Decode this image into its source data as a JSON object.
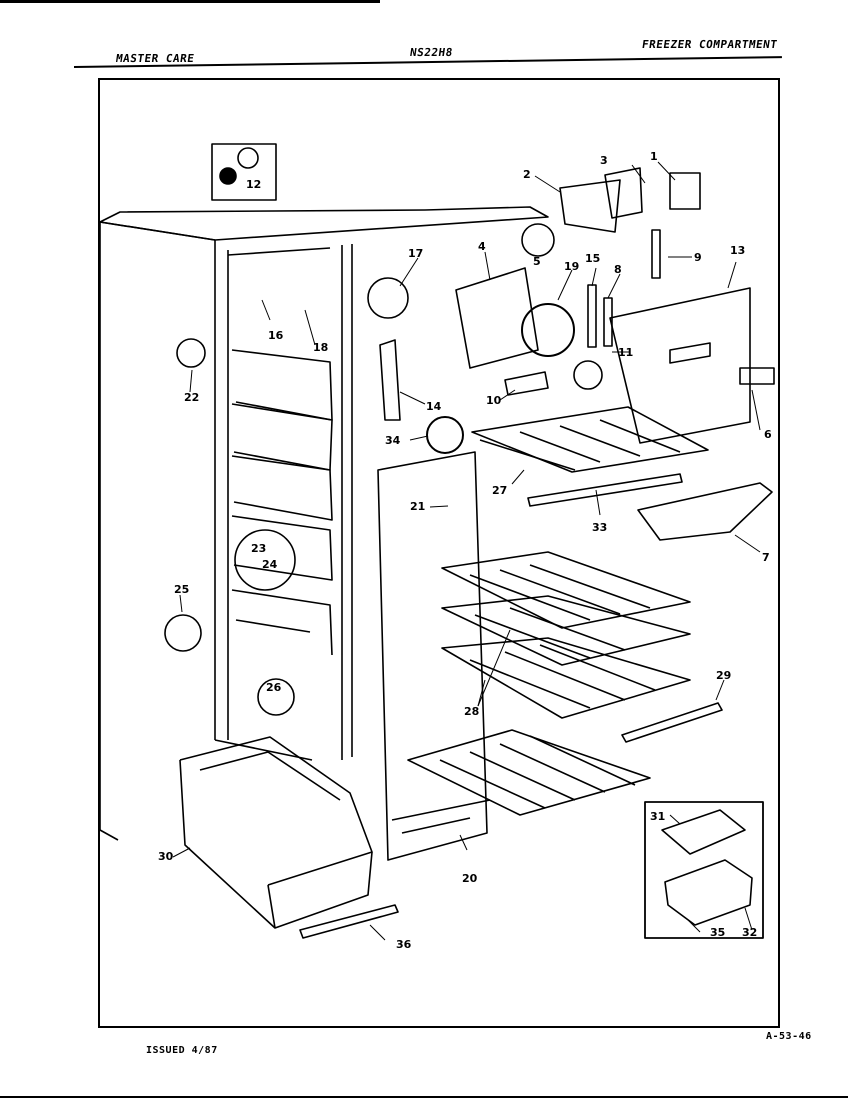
{
  "header": {
    "left": "MASTER CARE",
    "center": "NS22H8",
    "right": "FREEZER COMPARTMENT"
  },
  "footer": {
    "issued": "ISSUED 4/87",
    "code": "A-53-46"
  },
  "callouts": [
    "1",
    "2",
    "3",
    "4",
    "5",
    "6",
    "7",
    "8",
    "9",
    "10",
    "11",
    "12",
    "13",
    "14",
    "15",
    "16",
    "17",
    "18",
    "19",
    "20",
    "21",
    "22",
    "23",
    "24",
    "25",
    "26",
    "27",
    "28",
    "29",
    "30",
    "31",
    "32",
    "33",
    "34",
    "35",
    "36"
  ]
}
